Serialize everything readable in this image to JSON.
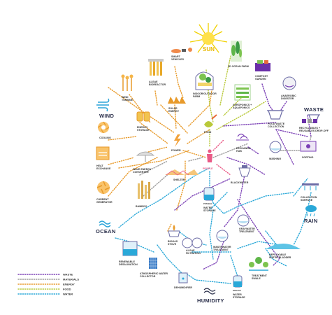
{
  "labels": {
    "sun": "SUN",
    "smart_vehicles": "SMART\nVEHICLES",
    "ocean_farm": "3D OCEAN FARM",
    "compost_garden": "COMPOST\nGARDEN",
    "anaerobic_digester": "ANAEROBIC\nDIGESTER",
    "waste": "WASTE",
    "wind_turbine": "WIND\nTURBINE",
    "algae_bioreactor": "ALGAE\nBIOREACTOR",
    "indoor_outdoor_farm": "INDOOR/OUTDOOR\nFARM",
    "wind": "WIND",
    "solar_energy": "SOLAR\nENERGY",
    "aeroponics": "AEROPONICS +\nAQUAPONICS",
    "food": "FOOD",
    "food_waste_collection": "FOOD WASTE\nCOLLECTION",
    "recyclables": "RECYCLABLES +\nREUSABLES DROP-OFF",
    "cooling": "COOLING",
    "energy_storage": "ENERGY\nSTORAGE",
    "power": "POWER",
    "exchange_hub": "EXCHANGE\nHUB",
    "washing": "WASHING",
    "sorting": "SORTING",
    "heat_exchange": "HEAT\nEXCHANGE",
    "wave_energy_converter": "WAVE ENERGY\nCONVERTER",
    "people": "PEOPLE",
    "shelter": "SHELTER",
    "blackwater": "BLACKWATER",
    "current_generator": "CURRENT\nGENERATOR",
    "bamboo": "BAMBOO",
    "potable": "POTABLE",
    "water_storage_top": "WATER\nSTORAGE",
    "collection_surface": "COLLECTION\nSURFACE",
    "ocean": "OCEAN",
    "rain": "RAIN",
    "biogas_stove": "BIOGAS\nSTOVE",
    "graywater_treatment": "GRAYWATER\nTREATMENT",
    "renewable_desalination": "RENEWABLE\nDESALINATION",
    "algae_filtration": "ALGAE\nFILTRATION",
    "wastewater_treatment": "WASTEWATER\nTREATMENT",
    "deployable_water_bladder": "DEPLOYABLE\nWATER BLADDER",
    "atmospheric_water_collector": "ATMOSPHERIC WATER\nCOLLECTOR",
    "treatment_swale": "TREATMENT\nSWALE",
    "dehumidifier": "DEHUMIDIFIER",
    "non_pot": "NON-POT",
    "water_storage_bottom": "WATER\nSTORAGE",
    "humidity": "HUMIDITY"
  },
  "legend": [
    {
      "label": "WASTE",
      "color": "#7a3fb5"
    },
    {
      "label": "MATERIALS",
      "color": "#9a9a9a"
    },
    {
      "label": "ENERGY",
      "color": "#e89a2a"
    },
    {
      "label": "FOOD",
      "color": "#b9c93a"
    },
    {
      "label": "WATER",
      "color": "#2aa8d8"
    }
  ]
}
